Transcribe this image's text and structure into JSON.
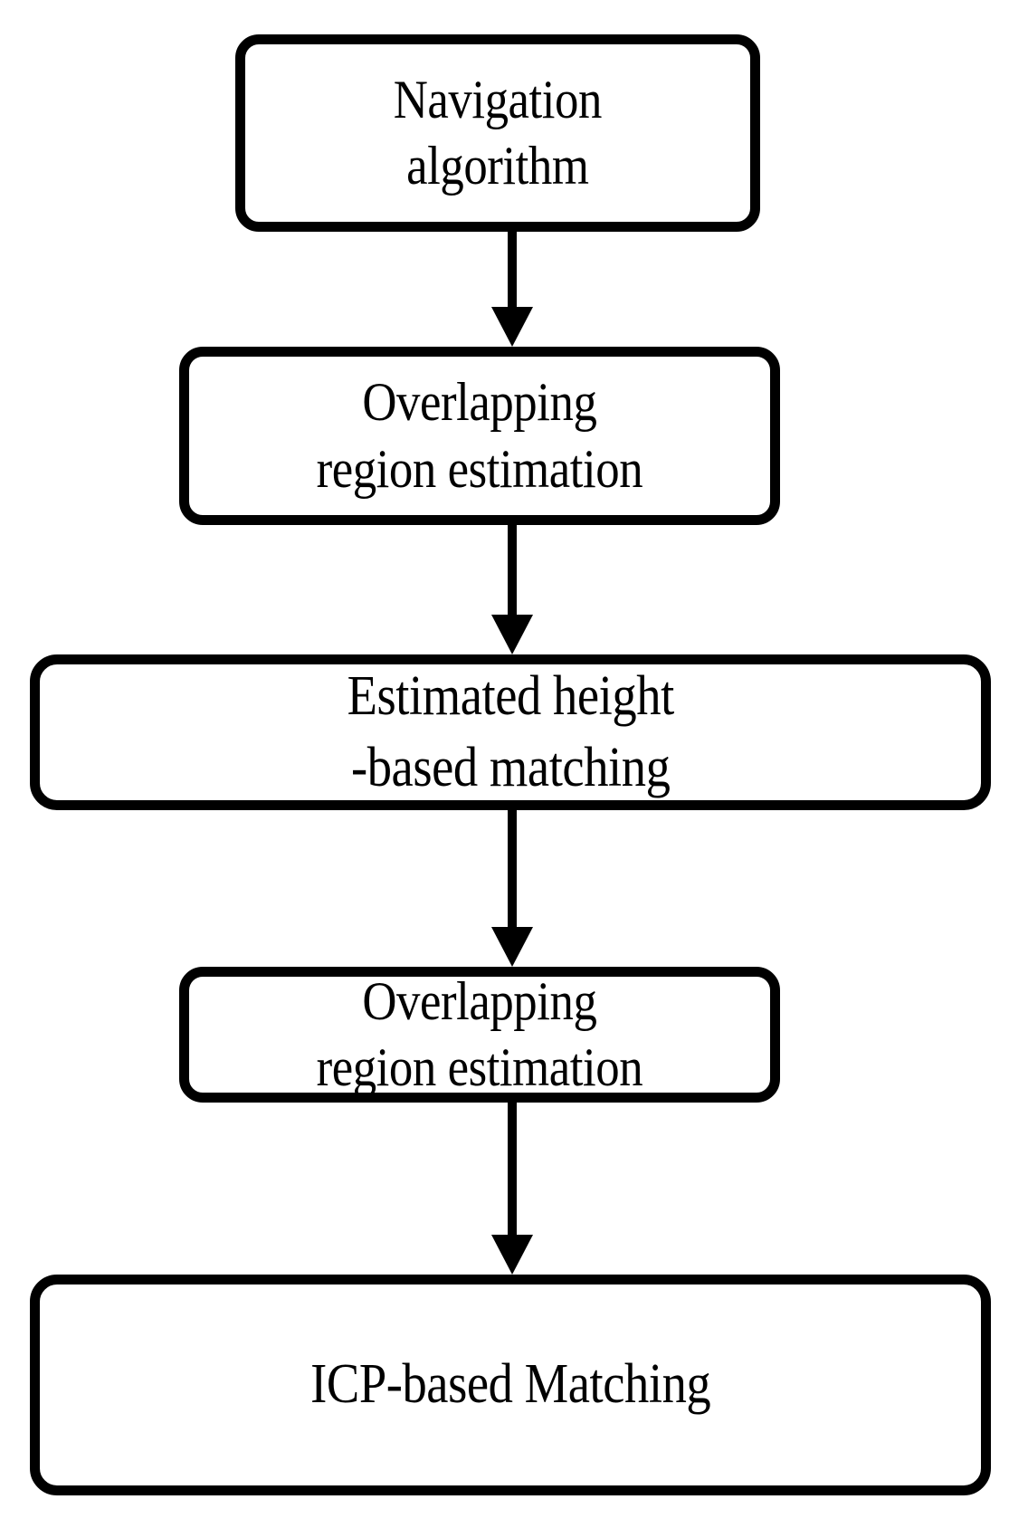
{
  "diagram": {
    "title": "Navigation and matching pipeline flowchart",
    "orientation": "top-to-bottom",
    "background_color": "#ffffff",
    "stroke_color": "#000000",
    "nodes": [
      {
        "id": "node-1",
        "label": "Navigation\nalgorithm",
        "shape": "rounded-rectangle"
      },
      {
        "id": "node-2",
        "label": "Overlapping\nregion estimation",
        "shape": "rounded-rectangle"
      },
      {
        "id": "node-3",
        "label": "Estimated height\n-based matching",
        "shape": "rounded-rectangle"
      },
      {
        "id": "node-4",
        "label": "Overlapping\nregion estimation",
        "shape": "rounded-rectangle"
      },
      {
        "id": "node-5",
        "label": "ICP-based Matching",
        "shape": "rounded-rectangle"
      }
    ],
    "edges": [
      {
        "id": "conn-1",
        "from": "node-1",
        "to": "node-2",
        "style": "solid-arrow",
        "direction": "down"
      },
      {
        "id": "conn-2",
        "from": "node-2",
        "to": "node-3",
        "style": "solid-arrow",
        "direction": "down"
      },
      {
        "id": "conn-3",
        "from": "node-3",
        "to": "node-4",
        "style": "solid-arrow",
        "direction": "down"
      },
      {
        "id": "conn-4",
        "from": "node-4",
        "to": "node-5",
        "style": "solid-arrow",
        "direction": "down"
      }
    ]
  }
}
